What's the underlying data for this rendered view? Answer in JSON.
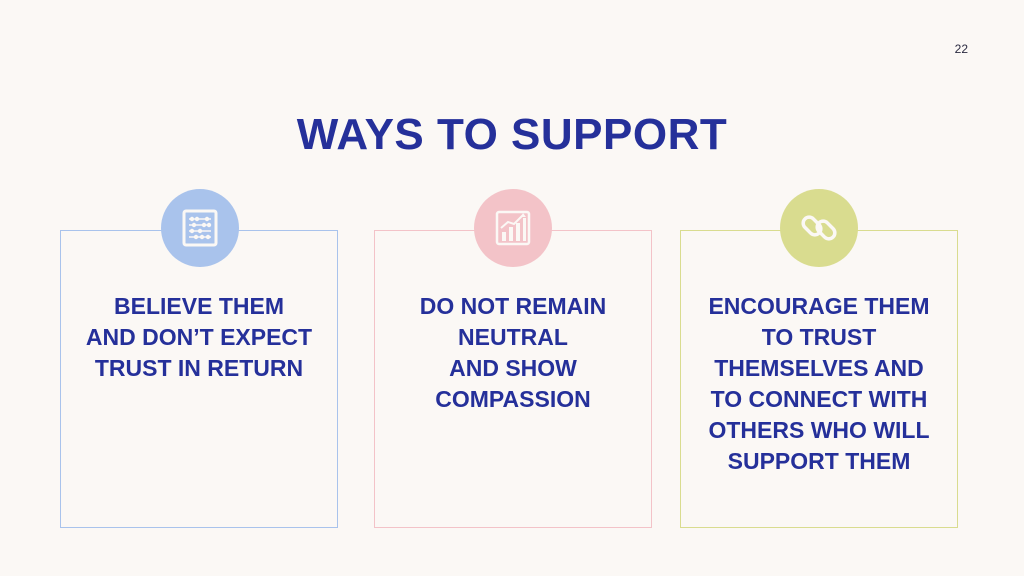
{
  "page_number": "22",
  "title": "WAYS TO SUPPORT",
  "cards": [
    {
      "icon": "abacus-icon",
      "lines": [
        "BELIEVE THEM",
        "AND DON’T EXPECT",
        "TRUST IN RETURN"
      ]
    },
    {
      "icon": "bar-chart-growth-icon",
      "lines": [
        "DO NOT REMAIN",
        "NEUTRAL",
        "AND SHOW",
        "COMPASSION"
      ]
    },
    {
      "icon": "chain-link-icon",
      "lines": [
        "ENCOURAGE THEM",
        "TO TRUST",
        "THEMSELVES AND",
        "TO CONNECT WITH",
        "OTHERS WHO WILL",
        "SUPPORT THEM"
      ]
    }
  ],
  "colors": {
    "title": "#25309a",
    "card_1_accent": "#a9c3ec",
    "card_2_accent": "#f3c3c8",
    "card_3_accent": "#d9dc8f",
    "background": "#fbf8f5"
  }
}
